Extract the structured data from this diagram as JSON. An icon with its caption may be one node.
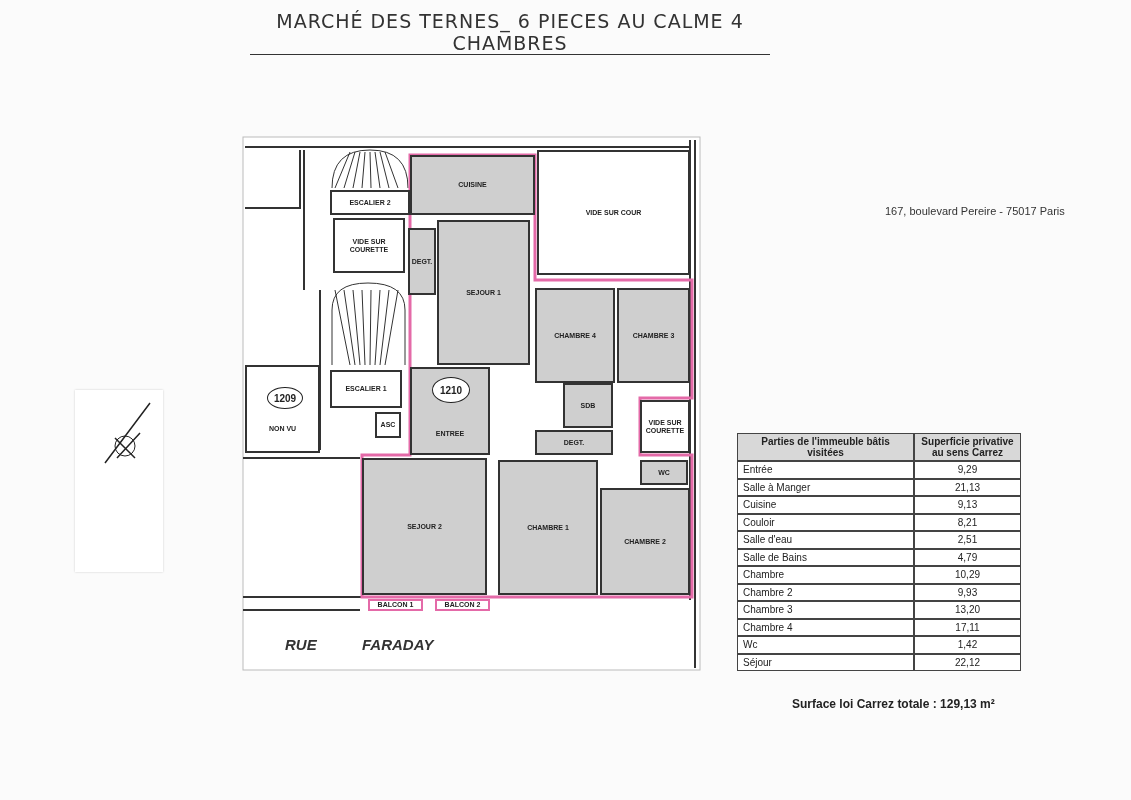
{
  "diagram": {
    "title": "MARCHÉ DES TERNES_ 6 PIECES AU CALME 4 CHAMBRES",
    "nodes": [
      {
        "text": [
          "ESCALIER 2"
        ]
      },
      {
        "text": [
          "CUISINE"
        ]
      },
      {
        "text": [
          "VIDE SUR COUR"
        ]
      },
      {
        "text": [
          "VIDE SUR COURETTE"
        ]
      },
      {
        "text": [
          "DEGT."
        ]
      },
      {
        "text": [
          "SEJOUR 1"
        ]
      },
      {
        "text": [
          "CHAMBRE 4"
        ]
      },
      {
        "text": [
          "CHAMBRE 3"
        ]
      },
      {
        "text": [
          "NON VU"
        ]
      },
      {
        "text": [
          "1209"
        ],
        "in": 8
      },
      {
        "text": [
          "ESCALIER 1"
        ]
      },
      {
        "text": [
          "ASC"
        ]
      },
      {
        "text": [
          "ENTREE"
        ]
      },
      {
        "text": [
          "1210"
        ],
        "in": 12
      },
      {
        "text": [
          "SDB"
        ]
      },
      {
        "text": [
          "DEGT."
        ]
      },
      {
        "text": [
          "VIDE SUR COURETTE"
        ]
      },
      {
        "text": [
          "WC"
        ]
      },
      {
        "text": [
          "SEJOUR 2"
        ]
      },
      {
        "text": [
          "CHAMBRE 1"
        ]
      },
      {
        "text": [
          "CHAMBRE 2"
        ]
      },
      {
        "text": [
          "BALCON 1"
        ]
      },
      {
        "text": [
          "BALCON 2"
        ]
      }
    ],
    "labels": [
      "167, boulevard Pereire - 75017 Paris",
      "RUE",
      "FARADAY",
      "Parties de l'immeuble bâtis visitées",
      "Superficie privative au sens Carrez",
      "Entrée",
      "9,29",
      "Salle à Manger",
      "21,13",
      "Cuisine",
      "9,13",
      "Couloir",
      "8,21",
      "Salle d'eau",
      "2,51",
      "Salle de Bains",
      "4,79",
      "Chambre",
      "10,29",
      "Chambre 2",
      "9,93",
      "Chambre 3",
      "13,20",
      "Chambre 4",
      "17,11",
      "Wc",
      "1,42",
      "Séjour",
      "22,12",
      "Surface loi Carrez totale : 129,13 m²"
    ]
  }
}
